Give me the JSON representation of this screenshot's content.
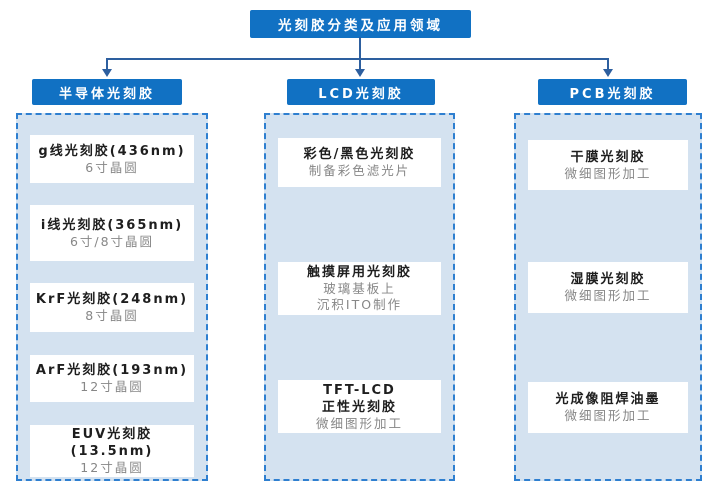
{
  "diagram": {
    "title": "光刻胶分类及应用领域",
    "colors": {
      "header_blue": "#1171c3",
      "connector_blue": "#2d5f9f",
      "container_fill": "#d4e2f0",
      "dashed_border": "#2e7fd0",
      "node_title_text": "#1e1e1e",
      "node_sub_text": "#878787"
    },
    "columns": [
      {
        "header": "半导体光刻胶",
        "items": [
          {
            "title": "g线光刻胶(436nm)",
            "subtitle": "6寸晶圆"
          },
          {
            "title": "i线光刻胶(365nm)",
            "subtitle": "6寸/8寸晶圆"
          },
          {
            "title": "KrF光刻胶(248nm)",
            "subtitle": "8寸晶圆"
          },
          {
            "title": "ArF光刻胶(193nm)",
            "subtitle": "12寸晶圆"
          },
          {
            "title": "EUV光刻胶\n(13.5nm)",
            "subtitle": "12寸晶圆"
          }
        ]
      },
      {
        "header": "LCD光刻胶",
        "items": [
          {
            "title": "彩色/黑色光刻胶",
            "subtitle": "制备彩色滤光片"
          },
          {
            "title": "触摸屏用光刻胶",
            "subtitle": "玻璃基板上\n沉积ITO制作"
          },
          {
            "title": "TFT-LCD\n正性光刻胶",
            "subtitle": "微细图形加工"
          }
        ]
      },
      {
        "header": "PCB光刻胶",
        "items": [
          {
            "title": "干膜光刻胶",
            "subtitle": "微细图形加工"
          },
          {
            "title": "湿膜光刻胶",
            "subtitle": "微细图形加工"
          },
          {
            "title": "光成像阻焊油墨",
            "subtitle": "微细图形加工"
          }
        ]
      }
    ]
  }
}
